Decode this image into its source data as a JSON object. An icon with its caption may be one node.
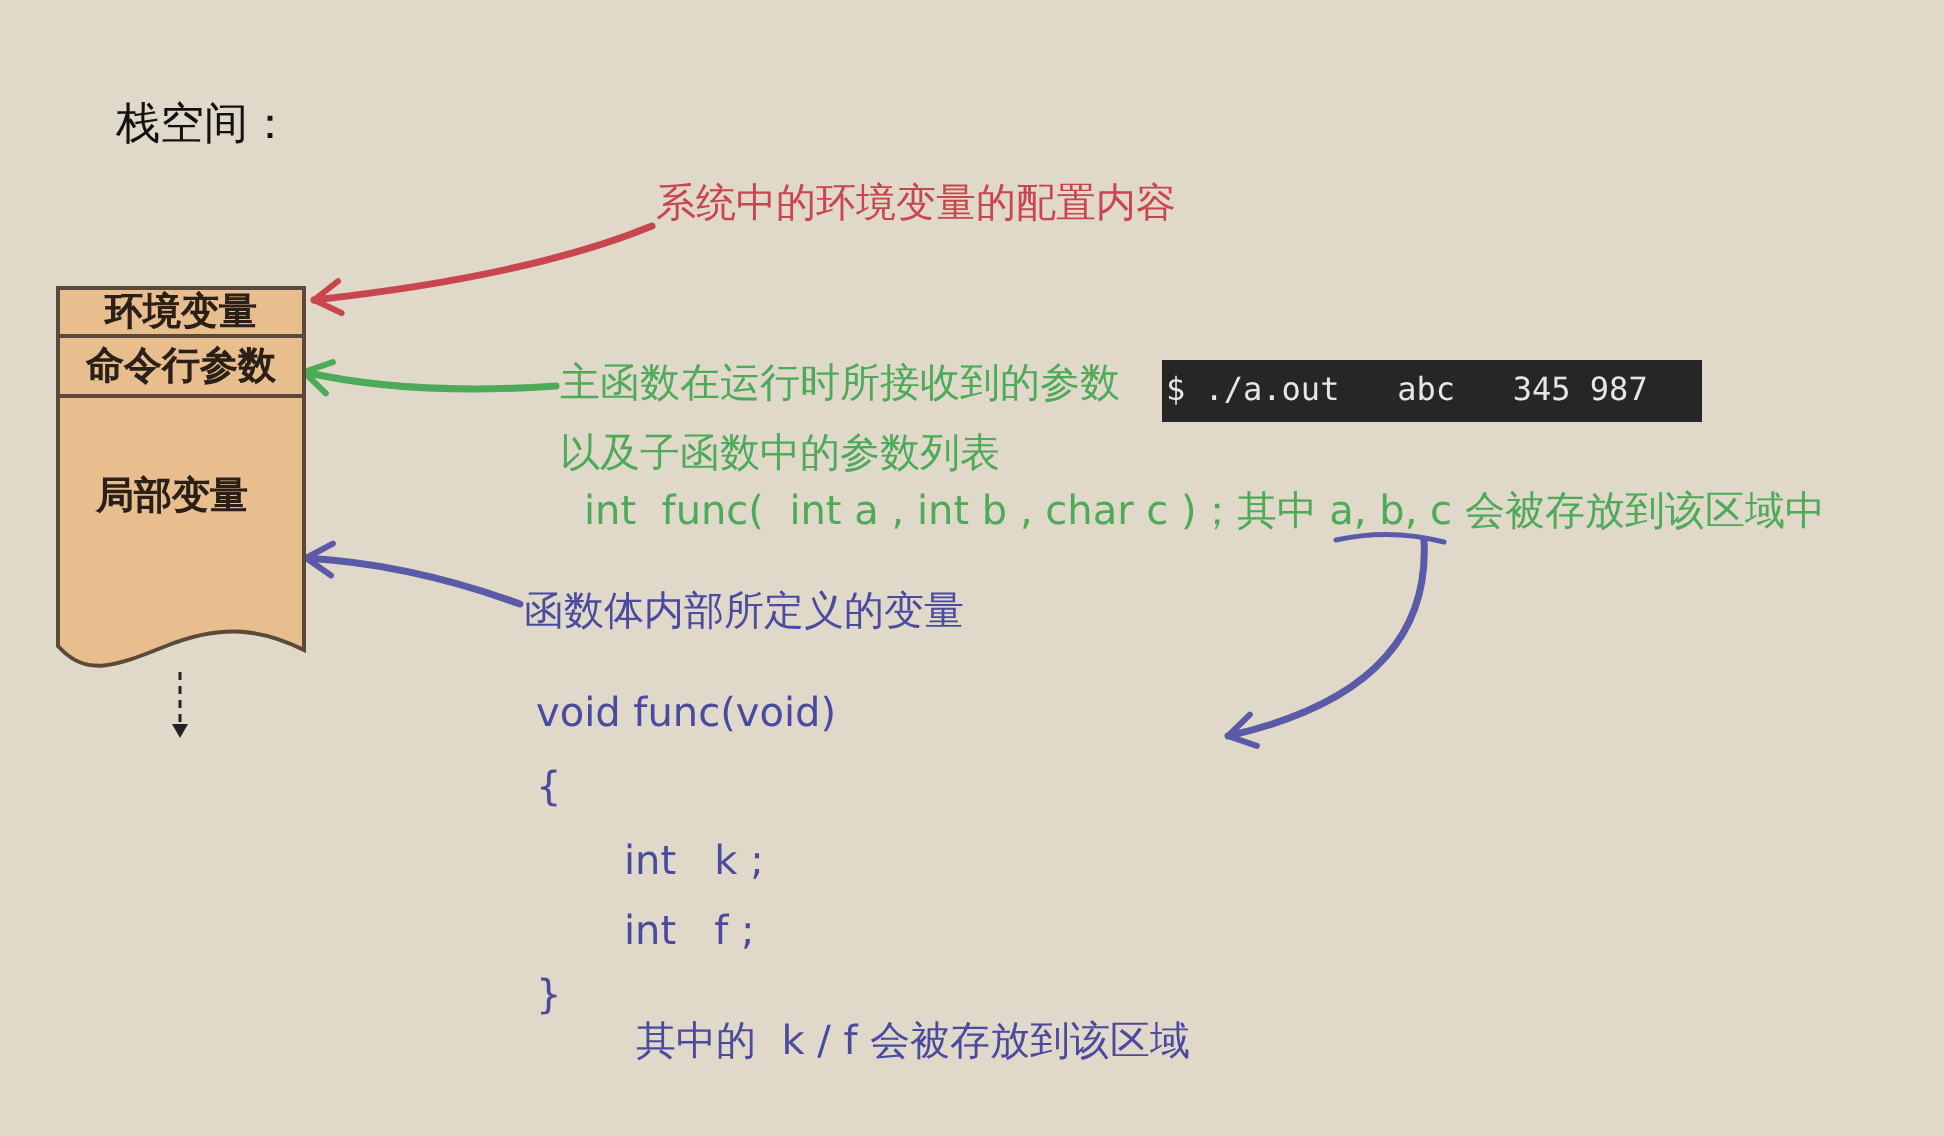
{
  "diagram": {
    "title": "栈空间：",
    "nodes": [
      {
        "text": [
          "环境变量"
        ]
      },
      {
        "text": [
          "命令行参数"
        ]
      },
      {
        "text": [
          "局部变量"
        ]
      },
      {
        "text": [
          "系统中的环境变量的配置内容"
        ]
      },
      {
        "text": [
          "主函数在运行时所接收到的参数"
        ]
      },
      {
        "text": [
          "$ ./a.out   abc   345 987"
        ]
      },
      {
        "text": [
          "以及子函数中的参数列表"
        ]
      },
      {
        "text": [
          "int  func(  int a , int b , char c )；其中 a, b, c 会被存放到该区域中"
        ]
      },
      {
        "text": [
          "函数体内部所定义的变量"
        ]
      },
      {
        "text": [
          "void func(void)",
          "{",
          "int   k ;",
          "int   f ;",
          "}",
          "其中的  k / f 会被存放到该区域"
        ]
      }
    ],
    "edges": [
      {
        "from": 3,
        "to": 0,
        "arrow": "to",
        "color": "#c9464e"
      },
      {
        "from": 4,
        "to": 1,
        "arrow": "to",
        "color": "#4caa58"
      },
      {
        "from": 8,
        "to": 2,
        "arrow": "to",
        "color": "#5a5aa8"
      },
      {
        "from": 7,
        "to": 9,
        "arrow": "to",
        "color": "#5a5aa8"
      }
    ]
  }
}
